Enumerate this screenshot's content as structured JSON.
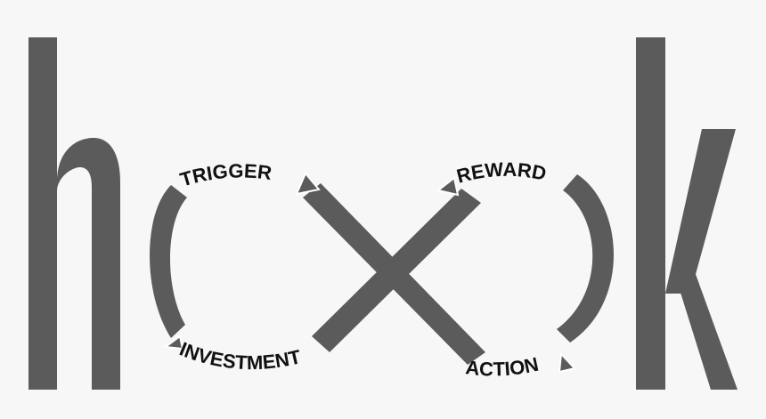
{
  "logo": {
    "word": "hook",
    "color": "#5b5b5b",
    "background": "#f7f7f7"
  },
  "cycle": {
    "labels": {
      "trigger": "TRIGGER",
      "reward": "REWARD",
      "action": "ACTION",
      "investment": "INVESTMENT"
    },
    "label_color": "#111111",
    "arrow_icon": "triangle-arrow-icon"
  }
}
